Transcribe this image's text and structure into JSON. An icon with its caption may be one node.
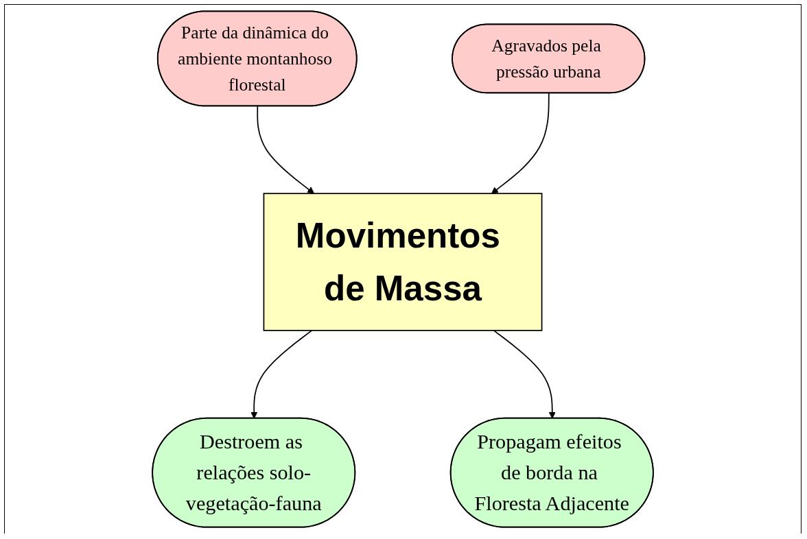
{
  "diagram": {
    "nodes": [
      {
        "text": [
          "Parte da dinâmica do ambiente montanhoso florestal"
        ]
      },
      {
        "text": [
          "Agravados pela pressão urbana"
        ]
      },
      {
        "text": [
          "Movimentos de Massa"
        ]
      },
      {
        "text": [
          "Destroem as relações solo-vegetação-fauna"
        ]
      },
      {
        "text": [
          "Propagam efeitos de borda na Floresta Adjacente"
        ]
      }
    ],
    "edges": [
      {
        "from": 0,
        "to": 2,
        "arrow": "to"
      },
      {
        "from": 1,
        "to": 2,
        "arrow": "to"
      },
      {
        "from": 2,
        "to": 3,
        "arrow": "to"
      },
      {
        "from": 2,
        "to": 4,
        "arrow": "to"
      }
    ]
  }
}
